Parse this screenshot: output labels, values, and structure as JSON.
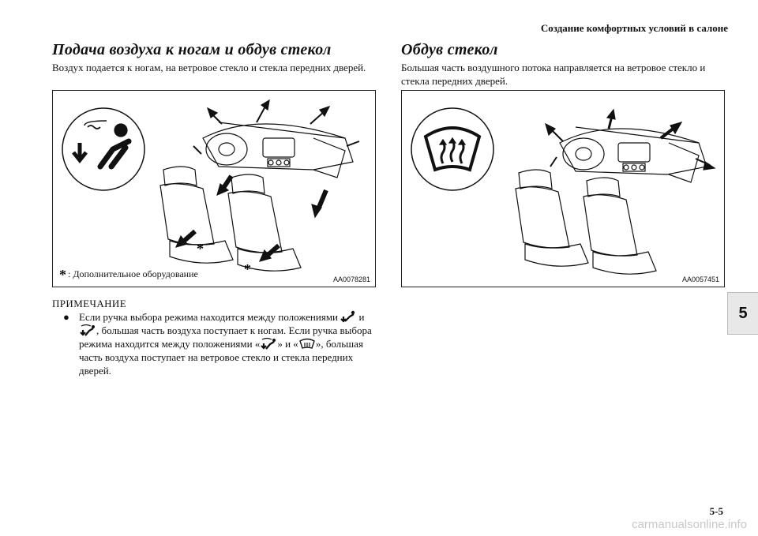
{
  "header": {
    "running_title": "Создание комфортных условий в салоне"
  },
  "left": {
    "title": "Подача воздуха к ногам и обдув стекол",
    "intro": "Воздух подается к ногам, на ветровое стекло и стекла передних дверей.",
    "figure": {
      "note": ": Дополнительное оборудование",
      "code": "AA0078281",
      "star_marks": [
        "*",
        "*"
      ]
    }
  },
  "right": {
    "title": "Обдув стекол",
    "intro": "Большая часть воздушного потока направляется на ветровое стекло и стекла передних дверей.",
    "figure": {
      "code": "AA0057451"
    }
  },
  "note": {
    "heading": "ПРИМЕЧАНИЕ",
    "bullet": "●",
    "text_1": "Если ручка выбора режима находится между положениями",
    "text_2": "и",
    "text_3": ", большая часть воздуха поступает к ногам. Если ручка выбора режима находится между положениями «",
    "text_4": "» и «",
    "text_5": "», большая часть воздуха поступает на ветровое стекло и стекла передних дверей."
  },
  "tab": {
    "number": "5"
  },
  "footer": {
    "page_number": "5-5",
    "watermark": "carmanualsonline.info"
  },
  "icons": [
    "feet-defrost-mode-icon",
    "defrost-mode-icon",
    "feet-mode-icon"
  ]
}
